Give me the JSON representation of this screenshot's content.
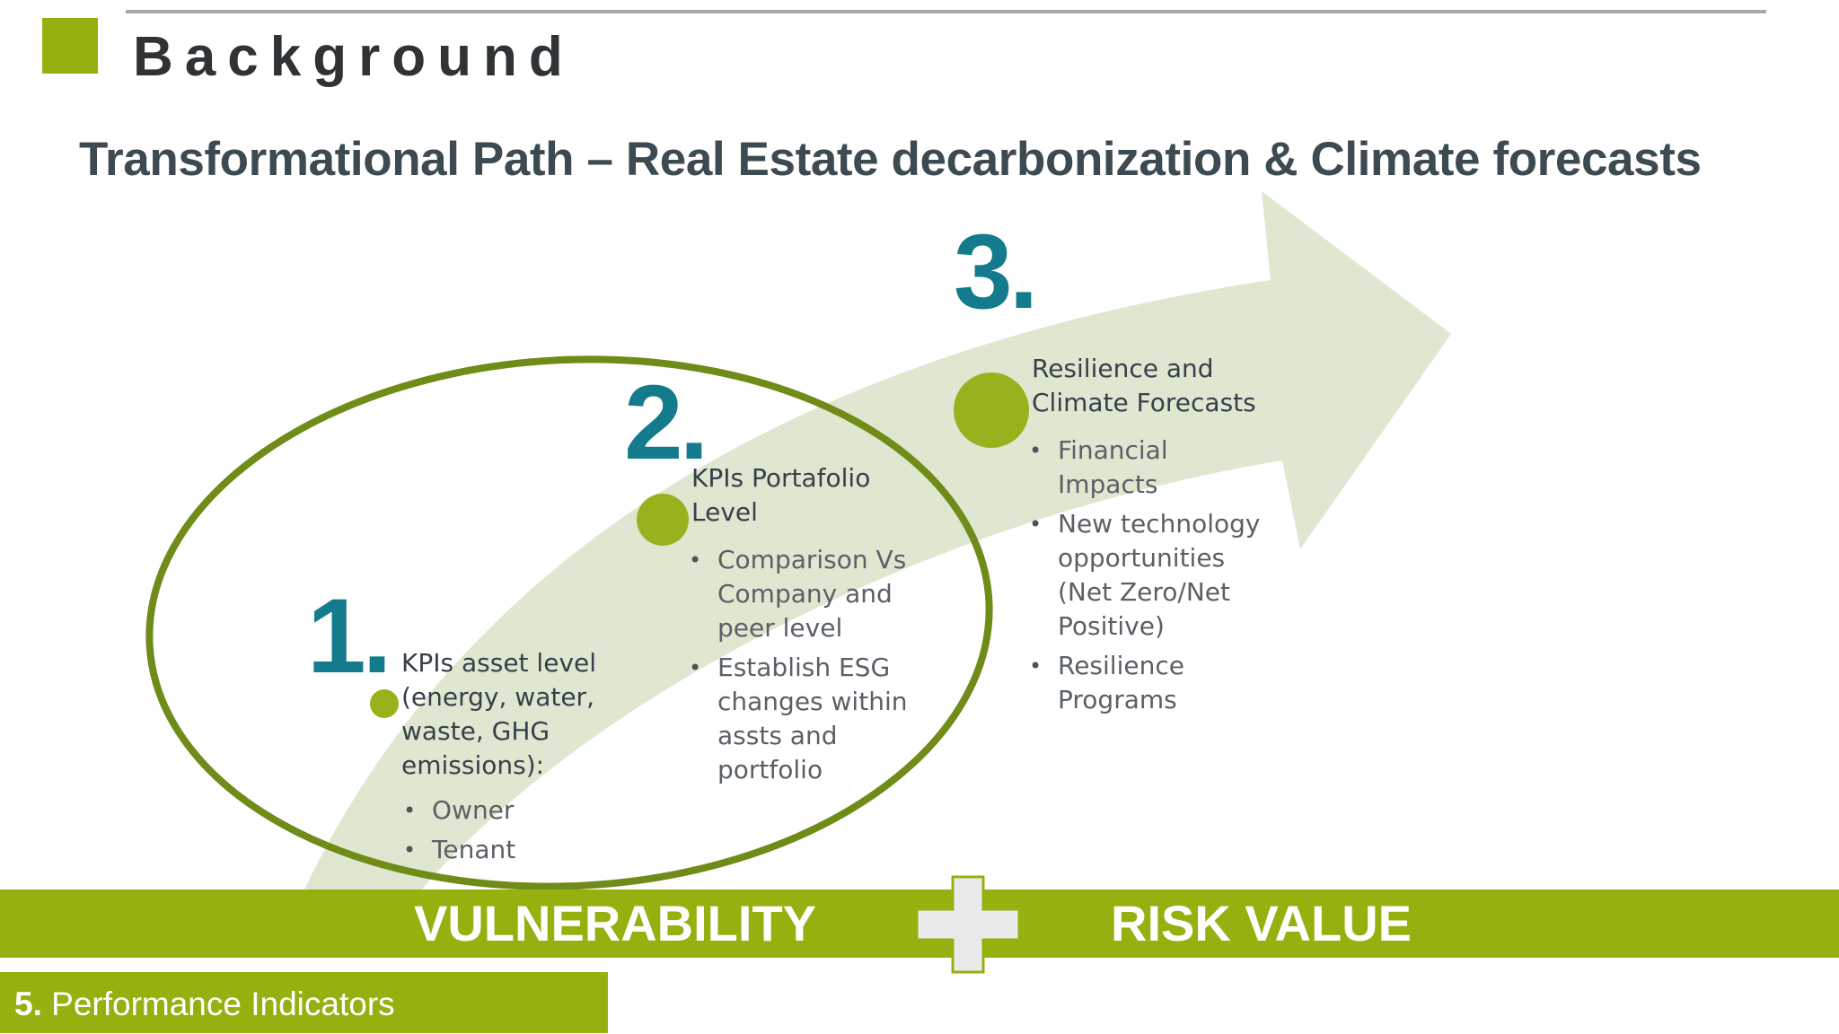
{
  "header": {
    "section_title": "Background"
  },
  "slide": {
    "title": "Transformational Path – Real Estate decarbonization & Climate forecasts"
  },
  "colors": {
    "accent_green": "#94b110",
    "arrow_fill": "#dfe7d1",
    "ellipse_stroke": "#6f8b18",
    "dot_fill": "#97b21d",
    "number_teal": "#137b8b",
    "title_dark": "#3d4a52"
  },
  "steps": [
    {
      "number": "1.",
      "title": "KPIs asset level\n(energy, water,\nwaste, GHG\nemissions):",
      "bullets": [
        "Owner",
        "Tenant"
      ]
    },
    {
      "number": "2.",
      "title": "KPIs Portafolio\nLevel",
      "bullets": [
        "Comparison Vs\nCompany and\npeer level",
        "Establish ESG\nchanges within\nassts and\nportfolio"
      ]
    },
    {
      "number": "3.",
      "title": "Resilience and\nClimate Forecasts",
      "bullets": [
        "Financial\nImpacts",
        "New technology\nopportunities\n(Net Zero/Net\nPositive)",
        "Resilience\nPrograms"
      ]
    }
  ],
  "band": {
    "left_label": "VULNERABILITY",
    "right_label": "RISK VALUE",
    "separator_icon": "plus-icon"
  },
  "footer": {
    "number": "5.",
    "label": "Performance Indicators"
  }
}
